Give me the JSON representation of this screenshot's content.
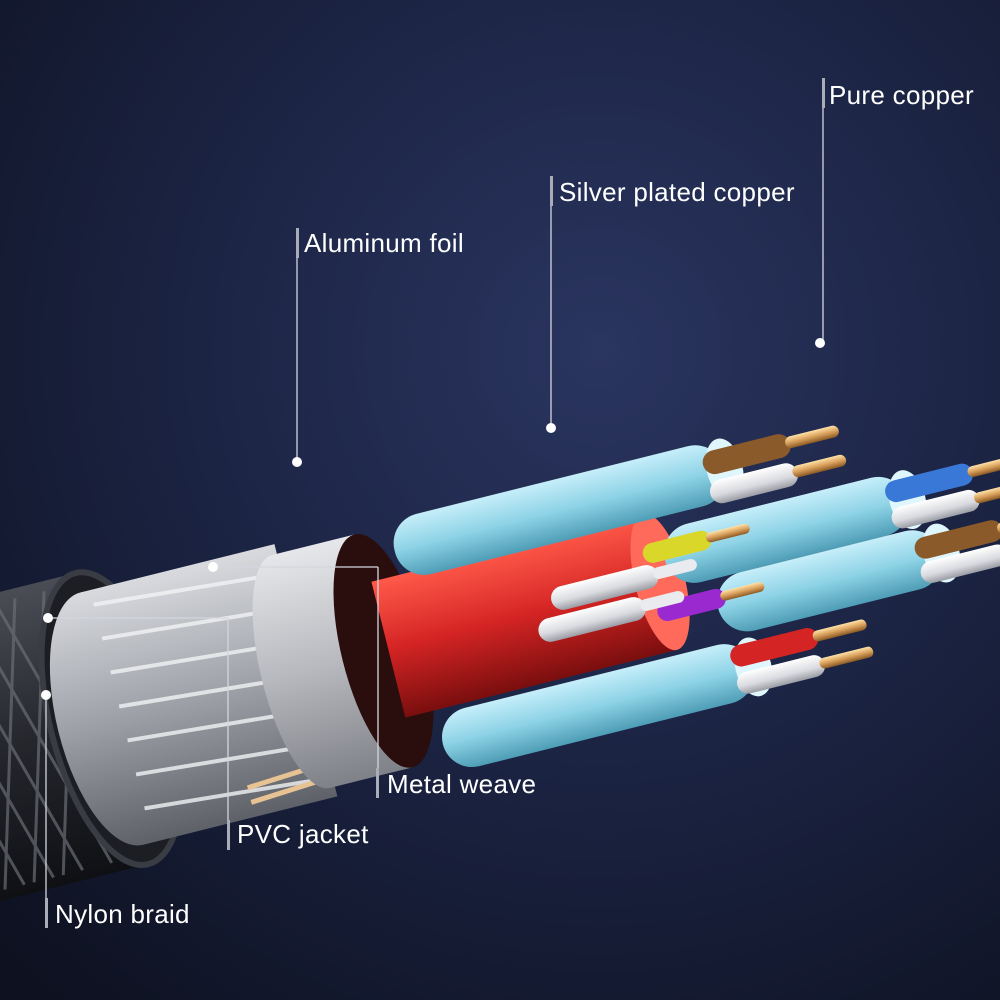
{
  "diagram": {
    "colors": {
      "background": "#141a30",
      "label_text": "#ffffff",
      "leader_line": "#d4d6de",
      "copper": "#d9a05c",
      "red_core": "#d42424",
      "cyan_shield": "#8ed3e6",
      "blue_core": "#3a78d8",
      "brown_core": "#8a5a2a",
      "yellow_core": "#d9d82a",
      "purple_core": "#9a2ad0"
    },
    "labels": {
      "pure_copper": "Pure copper",
      "silver_plated_copper": "Silver plated copper",
      "aluminum_foil": "Aluminum foil",
      "metal_weave": "Metal weave",
      "pvc_jacket": "PVC jacket",
      "nylon_braid": "Nylon braid"
    }
  }
}
